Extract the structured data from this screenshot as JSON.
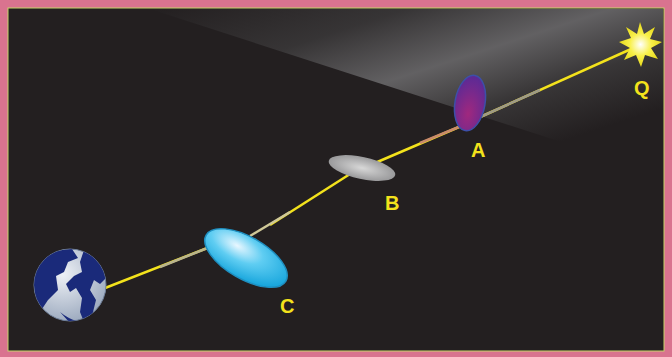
{
  "diagram": {
    "labels": [
      "Q",
      "A",
      "B",
      "C"
    ]
  }
}
